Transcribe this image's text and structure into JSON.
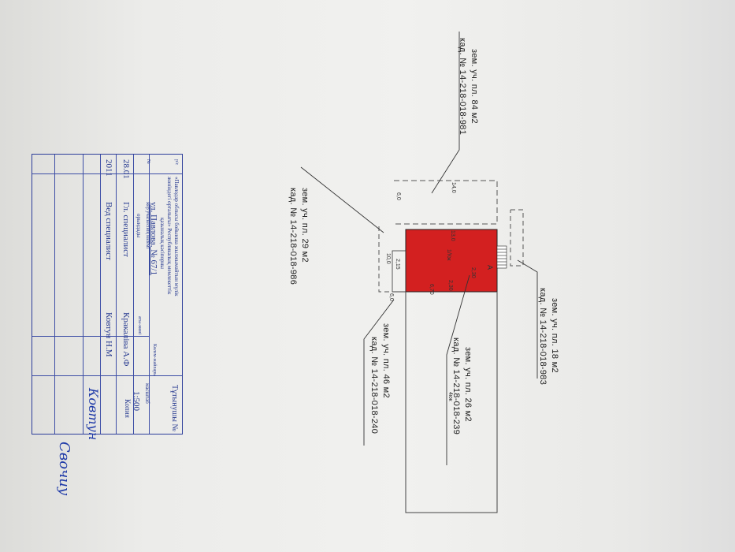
{
  "plots": {
    "p981_area": "зем. уч. пл. 84 м2",
    "p981_kad": "кад. № 14-218-018-981",
    "p986_area": "зем. уч. пл. 29 м2",
    "p986_kad": "кад. № 14-218-018-986",
    "p983_area": "зем. уч. пл. 18 м2",
    "p983_kad": "кад. № 14-218-018-983",
    "p239_area": "зем. уч. пл. 26 м2",
    "p239_kad": "кад. № 14-218-018-239",
    "p240_area": "зем. уч. пл. 46 м2",
    "p240_kad": "кад. № 14-218-018-240"
  },
  "dims": {
    "d14": "14,0",
    "d6a": "6,0",
    "d13": "13,0",
    "d10": "10,0",
    "d215": "2,15",
    "d6b": "6,0",
    "d670": "6,70",
    "d230a": "2,30",
    "d230b": "2,30",
    "floor": "1/Кж",
    "letterA": "А",
    "dash": "4кж"
  },
  "stamp": {
    "top1": "«Павлодар облысы бойынша жылжымайтын мүлік",
    "top2": "жөніндегі орталығы» Республикалық мемлекеттік",
    "top3": "қазыналық кәсіпорны",
    "addr_label": "ул",
    "address": "ул. Павлова, № 67/1",
    "addr_note": "жер учаскесінің көлемі",
    "scale_label": "масштаб",
    "scale": "1:500",
    "sheet_label": "Тұтынушы №",
    "kaz_label": "Көлем-жайлары",
    "area_label": "аты-жөні",
    "exec_label": "орындады",
    "row1_role": "Гл. специалист",
    "row1_name": "Кракаліва А.Ф",
    "row1_date": "28.01",
    "row2_role": "Вед специалист",
    "row2_name": "Ковтун Н.М",
    "row2_date": "2011",
    "side_small1": "№",
    "side_small2": "р/с",
    "kopy": "Копия"
  },
  "handwriting": {
    "sig1": "Свочиу",
    "sig2": "Ковтун"
  }
}
